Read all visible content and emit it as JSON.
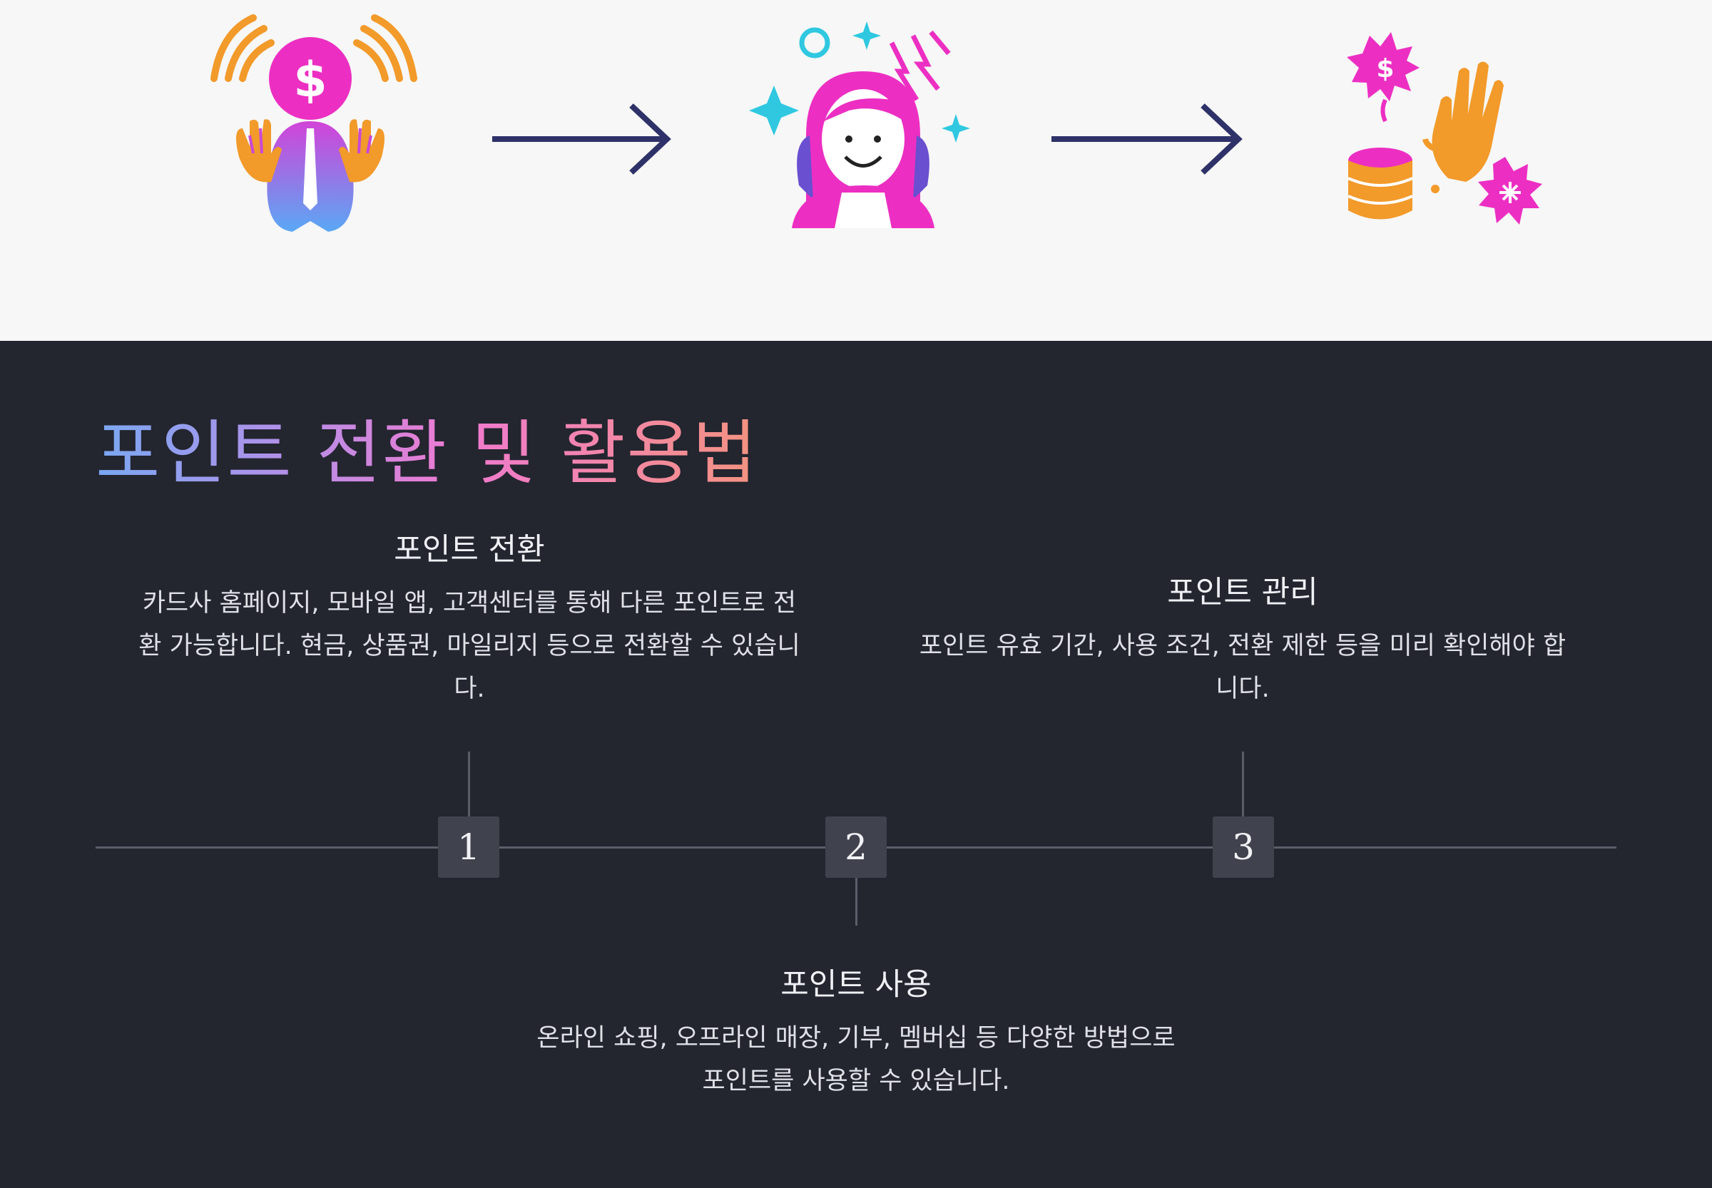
{
  "hero": {
    "illustrations": [
      {
        "icon": "praying-hands-coin-icon"
      },
      {
        "icon": "arrow-right-icon"
      },
      {
        "icon": "excited-woman-icon"
      },
      {
        "icon": "arrow-right-icon"
      },
      {
        "icon": "coins-hand-burst-icon"
      }
    ]
  },
  "title": "포인트 전환 및 활용법",
  "title_gradient": [
    "#7aa8f2",
    "#b58fe8",
    "#f07ad0",
    "#f49380"
  ],
  "steps": [
    {
      "number": "1",
      "heading": "포인트 전환",
      "desc_lines": [
        "카드사 홈페이지, 모바일 앱, 고객센터를 통해 다른 포인트로 전",
        "환 가능합니다. 현금, 상품권, 마일리지 등으로 전환할 수 있습니",
        "다."
      ]
    },
    {
      "number": "2",
      "heading": "포인트 사용",
      "desc_lines": [
        "온라인 쇼핑, 오프라인 매장, 기부, 멤버십 등 다양한 방법으로",
        "포인트를 사용할 수 있습니다."
      ]
    },
    {
      "number": "3",
      "heading": "포인트 관리",
      "desc_lines": [
        "포인트 유효 기간, 사용 조건, 전환 제한 등을 미리 확인해야 합",
        "니다."
      ]
    }
  ]
}
